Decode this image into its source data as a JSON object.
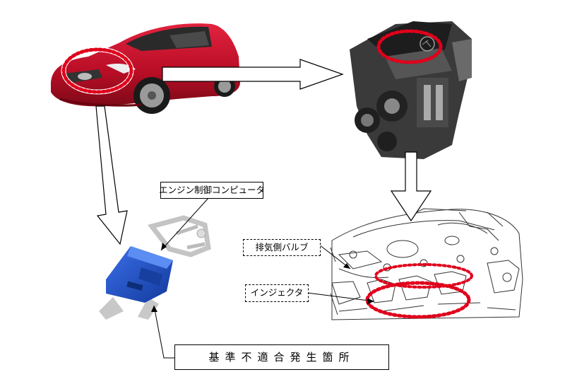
{
  "labels": {
    "ecu": "エンジン制御コンピュータ",
    "exhaust_valve": "排気側バルブ",
    "injector": "インジェクタ",
    "nonconformity_origin": "基準不適合発生箇所"
  },
  "colors": {
    "car_body": "#c8102e",
    "highlight_dots": "#e0001b",
    "ecu_blue": "#1f4fbf",
    "engine_dark": "#2b2b2b"
  }
}
